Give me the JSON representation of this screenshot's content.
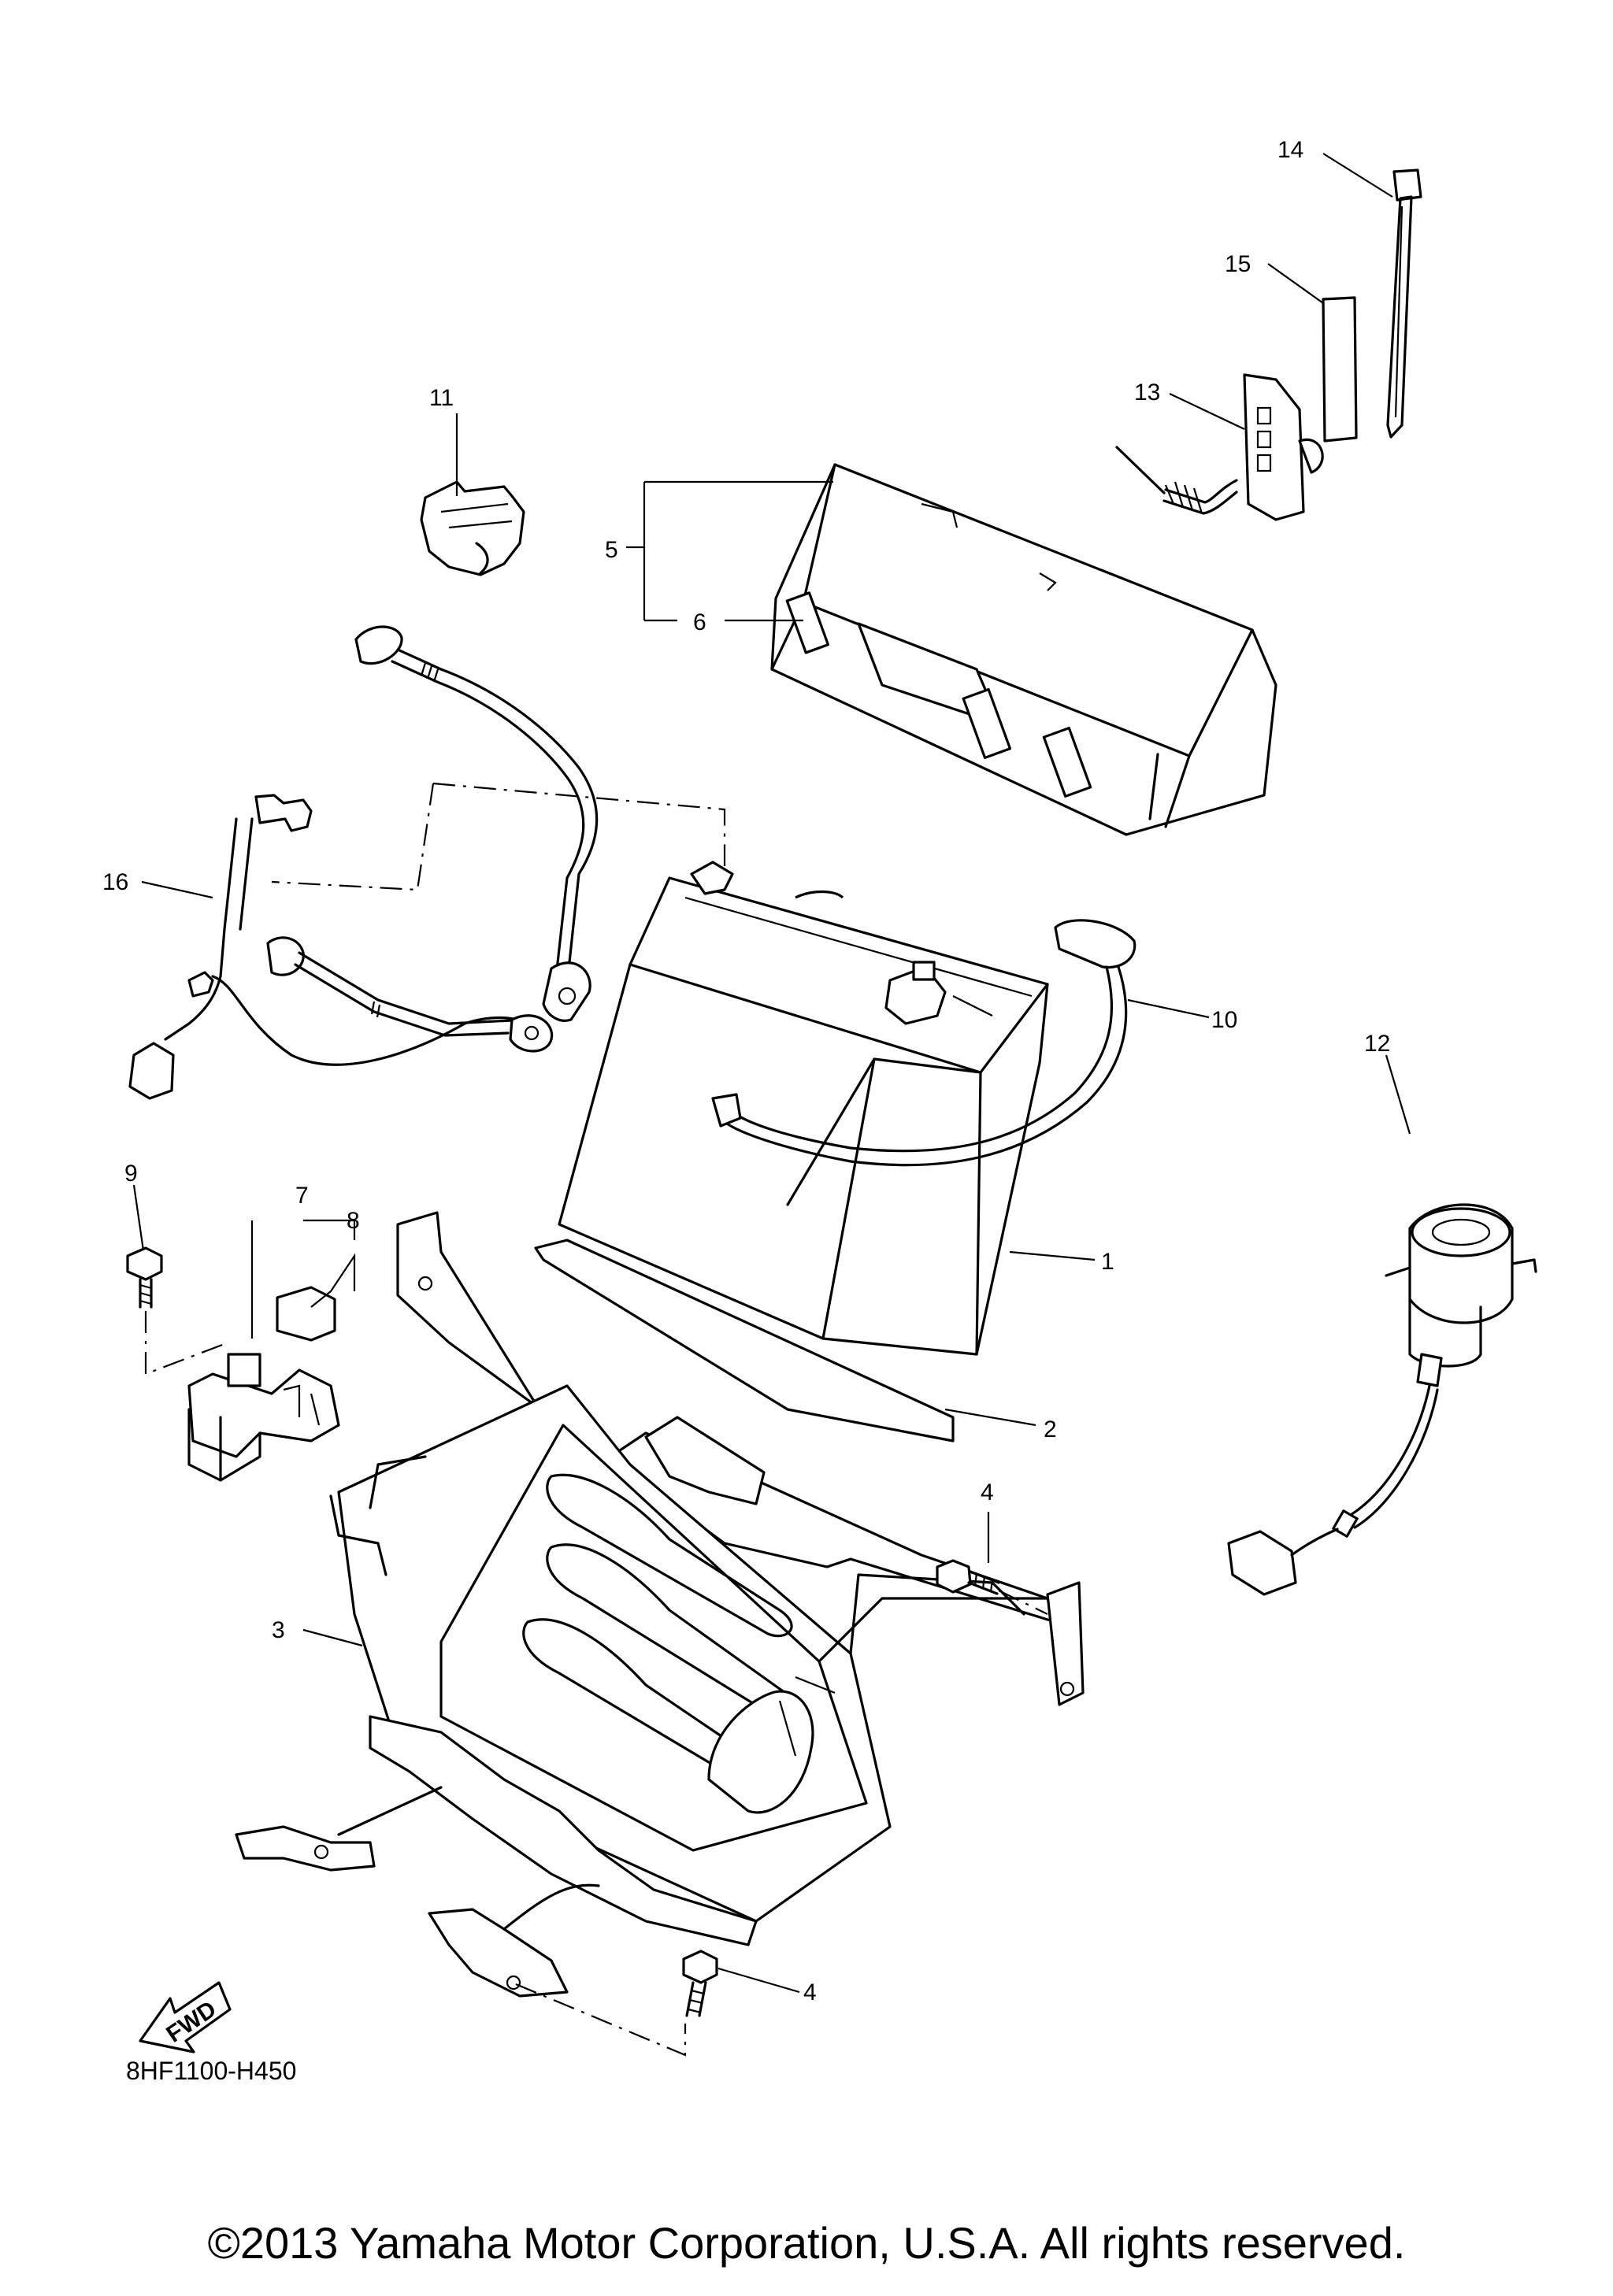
{
  "diagram": {
    "callouts": {
      "c1": "1",
      "c2": "2",
      "c3": "3",
      "c4a": "4",
      "c4b": "4",
      "c5": "5",
      "c6": "6",
      "c7": "7",
      "c8": "8",
      "c9": "9",
      "c10": "10",
      "c11": "11",
      "c12": "12",
      "c13": "13",
      "c14": "14",
      "c15": "15",
      "c16": "16"
    },
    "fwd_arrow_text": "FWD",
    "document_code": "8HF1100-H450"
  },
  "footer": {
    "copyright": "©2013 Yamaha Motor Corporation, U.S.A. All rights reserved."
  }
}
